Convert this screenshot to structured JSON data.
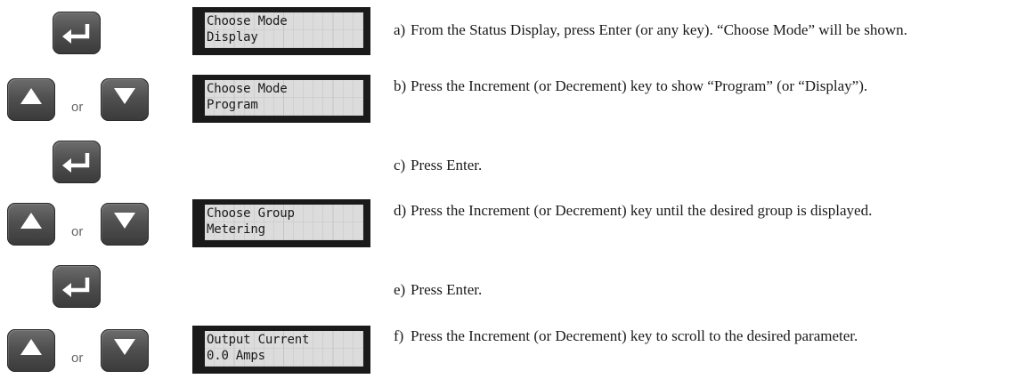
{
  "or_label": "or",
  "steps": [
    {
      "letter": "a)",
      "text": "From the Status Display, press Enter (or any key). “Choose Mode” will be shown.",
      "keys": "enter-icon",
      "display": {
        "line1": "Choose Mode",
        "line2": "Display"
      }
    },
    {
      "letter": "b)",
      "text": "Press the Increment (or Decrement) key to show “Program” (or “Display”).",
      "keys": "up-down-icons",
      "display": {
        "line1": "Choose Mode",
        "line2": "Program"
      }
    },
    {
      "letter": "c)",
      "text": "Press Enter.",
      "keys": "enter-icon"
    },
    {
      "letter": "d)",
      "text": "Press the Increment (or Decrement) key until the desired group is displayed.",
      "keys": "up-down-icons",
      "display": {
        "line1": "Choose Group",
        "line2": "Metering"
      }
    },
    {
      "letter": "e)",
      "text": "Press Enter.",
      "keys": "enter-icon"
    },
    {
      "letter": "f)",
      "text": "Press the Increment (or Decrement) key to scroll to the desired parameter.",
      "keys": "up-down-icons",
      "display": {
        "line1": "Output Current",
        "line2": "0.0 Amps"
      }
    }
  ]
}
